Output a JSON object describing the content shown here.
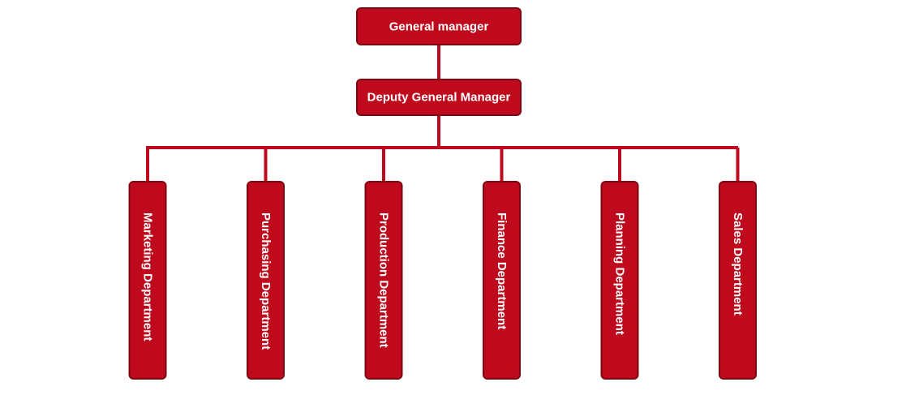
{
  "colors": {
    "box_fill": "#be0a1c",
    "box_border": "#7e0812",
    "connector": "#be0a1c",
    "text": "#ffffff",
    "background": "#ffffff"
  },
  "top": {
    "label": "General manager"
  },
  "deputy": {
    "label": "Deputy General Manager"
  },
  "departments": [
    {
      "label": "Marketing Department"
    },
    {
      "label": "Purchasing Department"
    },
    {
      "label": "Production Department"
    },
    {
      "label": "Finance Department"
    },
    {
      "label": "Planning Department"
    },
    {
      "label": "Sales Department"
    }
  ]
}
